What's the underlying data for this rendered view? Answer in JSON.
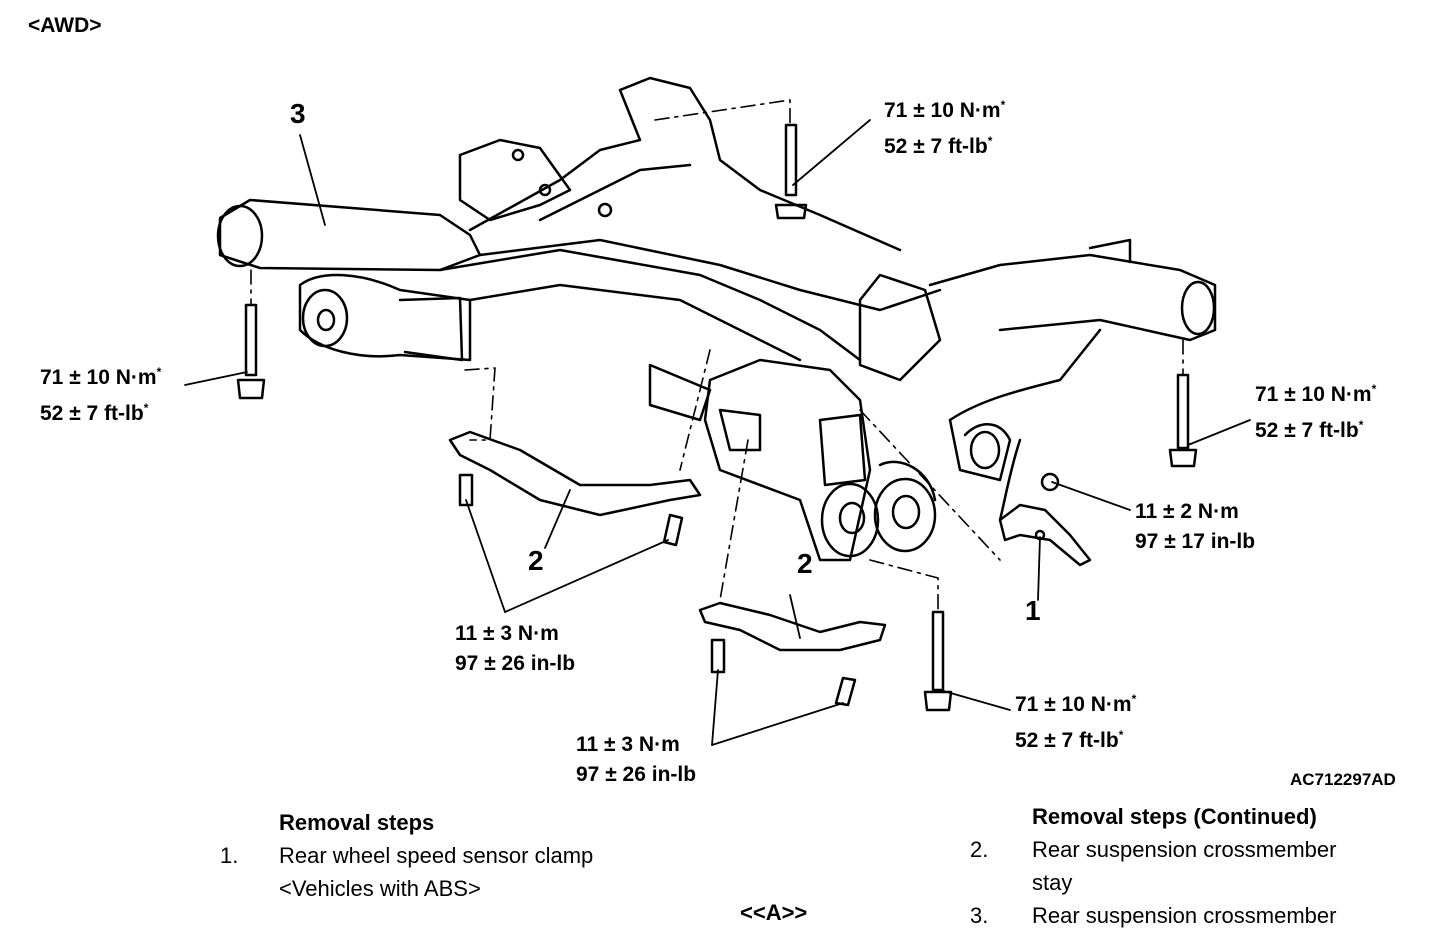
{
  "header": {
    "variant_label": "<AWD>"
  },
  "figure_code": "AC712297AD",
  "callouts": {
    "c1": "1",
    "c2a": "2",
    "c2b": "2",
    "c3": "3"
  },
  "torques": {
    "top_right_bolt": {
      "metric": "71 ± 10 N·m",
      "imperial": "52 ± 7 ft-lb",
      "mark": "*"
    },
    "left_bolt": {
      "metric": "71 ± 10 N·m",
      "imperial": "52 ± 7 ft-lb",
      "mark": "*"
    },
    "right_bolt": {
      "metric": "71 ± 10 N·m",
      "imperial": "52 ± 7 ft-lb",
      "mark": "*"
    },
    "bottom_bolt": {
      "metric": "71 ± 10 N·m",
      "imperial": "52 ± 7 ft-lb",
      "mark": "*"
    },
    "sensor_clamp": {
      "metric": "11 ± 2 N·m",
      "imperial": "97 ± 17 in-lb"
    },
    "stay_left_bolts": {
      "metric": "11 ± 3 N·m",
      "imperial": "97 ± 26 in-lb"
    },
    "stay_right_bolts": {
      "metric": "11 ± 3 N·m",
      "imperial": "97 ± 26 in-lb"
    }
  },
  "removal_steps": {
    "title": "Removal steps",
    "step1_num": "1.",
    "step1_text": "Rear wheel speed sensor clamp",
    "step1_note": "<Vehicles with ABS>"
  },
  "removal_steps_continued": {
    "title": "Removal steps (Continued)",
    "step2_num": "2.",
    "step2_text": "Rear suspension crossmember",
    "step2_text2": "stay",
    "step3_num": "3.",
    "step3_text": "Rear suspension crossmember"
  },
  "service_point": "<<A>>"
}
